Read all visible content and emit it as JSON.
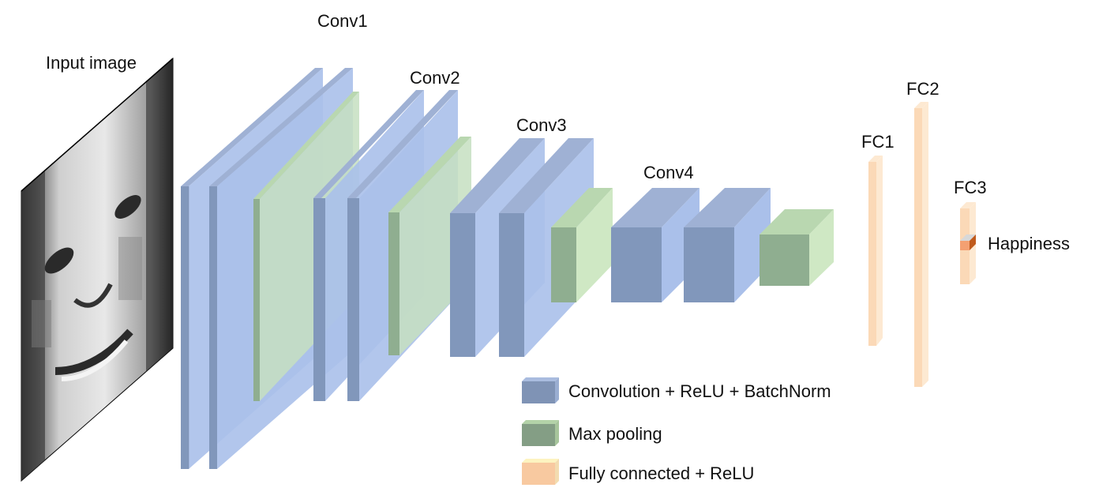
{
  "input": {
    "label": "Input image"
  },
  "layers": {
    "conv1": {
      "label": "Conv1"
    },
    "conv2": {
      "label": "Conv2"
    },
    "conv3": {
      "label": "Conv3"
    },
    "conv4": {
      "label": "Conv4"
    },
    "fc1": {
      "label": "FC1"
    },
    "fc2": {
      "label": "FC2"
    },
    "fc3": {
      "label": "FC3"
    }
  },
  "output": {
    "label": "Happiness"
  },
  "legend": {
    "items": [
      {
        "label": "Convolution + ReLU + BatchNorm",
        "color": "#7f93b5"
      },
      {
        "label": "Max pooling",
        "color": "#849e85"
      },
      {
        "label": "Fully connected + ReLU",
        "color": "#f8c9a0"
      }
    ]
  },
  "colors": {
    "conv_front": "#8197bb",
    "conv_side": "#aac0ea",
    "conv_top": "#9fb1d4",
    "pool_front": "#8fae90",
    "pool_side": "#cfe8c4",
    "pool_top": "#b9d7b0",
    "fc_front": "#fbd9b7",
    "fc_side": "#fde9d2",
    "output_mark": "#f4a072"
  }
}
